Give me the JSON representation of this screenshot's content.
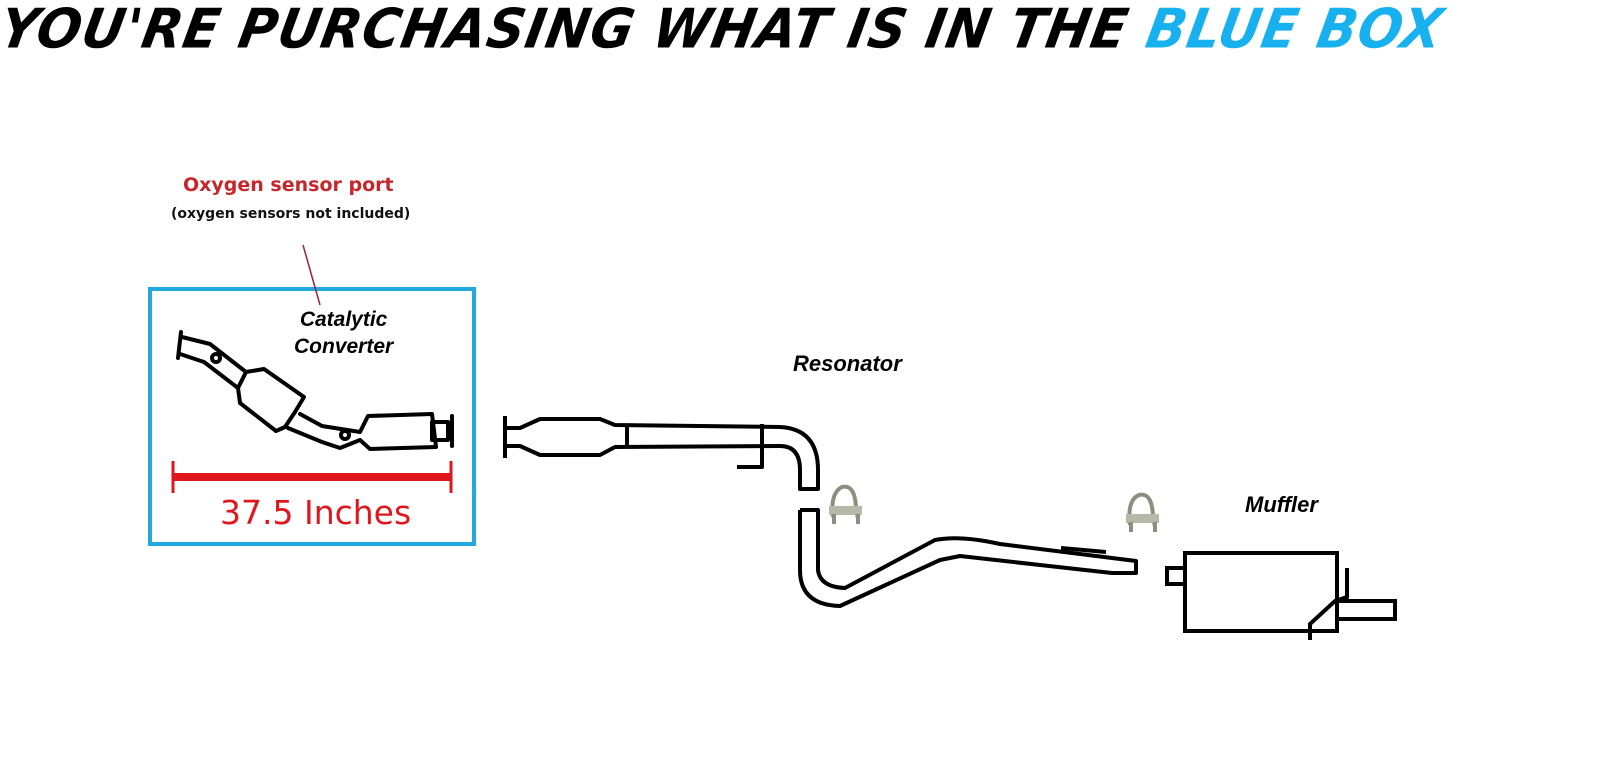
{
  "headline": {
    "prefix": "YOU'RE PURCHASING WHAT IS IN THE",
    "accent": "BLUE BOX",
    "accent_color": "#17b1f0"
  },
  "callout": {
    "title": "Oxygen sensor port",
    "subtitle": "(oxygen sensors not included)",
    "color": "#c8262b"
  },
  "parts": {
    "catalytic_line1": "Catalytic",
    "catalytic_line2": "Converter",
    "resonator": "Resonator",
    "muffler": "Muffler"
  },
  "measurement": {
    "label": "37.5 Inches",
    "color": "#e0161c"
  },
  "box_color": "#23a8e0"
}
